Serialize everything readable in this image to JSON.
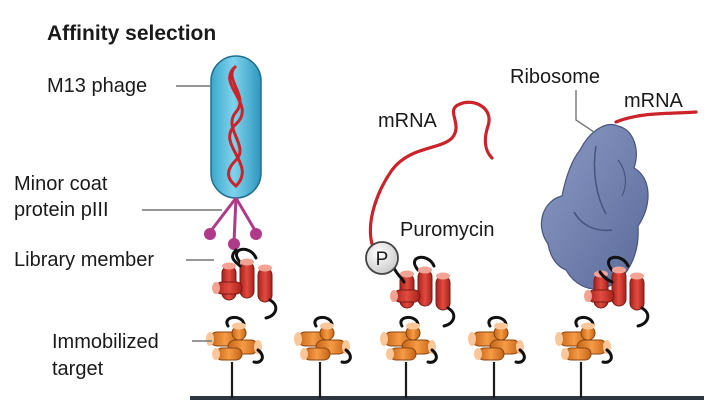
{
  "title": "Affinity selection",
  "labels": {
    "phage": "M13 phage",
    "coat_line1": "Minor coat",
    "coat_line2": "protein pIII",
    "library": "Library member",
    "target_line1": "Immobilized",
    "target_line2": "target",
    "mrna_puromycin": "mRNA",
    "puromycin": "Puromycin",
    "puromycin_symbol": "P",
    "ribosome": "Ribosome",
    "mrna_ribosome": "mRNA"
  },
  "colors": {
    "phage_body": "#5bc0de",
    "phage_dna": "#cc2229",
    "coat_protein": "#b03a8a",
    "library_helix": "#d2362e",
    "target_helix": "#ec8a35",
    "ribosome": "#6f7fae",
    "mrna": "#cc2229",
    "surface": "#2d3540"
  },
  "icons": [
    "phage-icon",
    "coat-protein-icon",
    "library-protein-icon",
    "target-protein-icon",
    "puromycin-icon",
    "ribosome-icon"
  ]
}
